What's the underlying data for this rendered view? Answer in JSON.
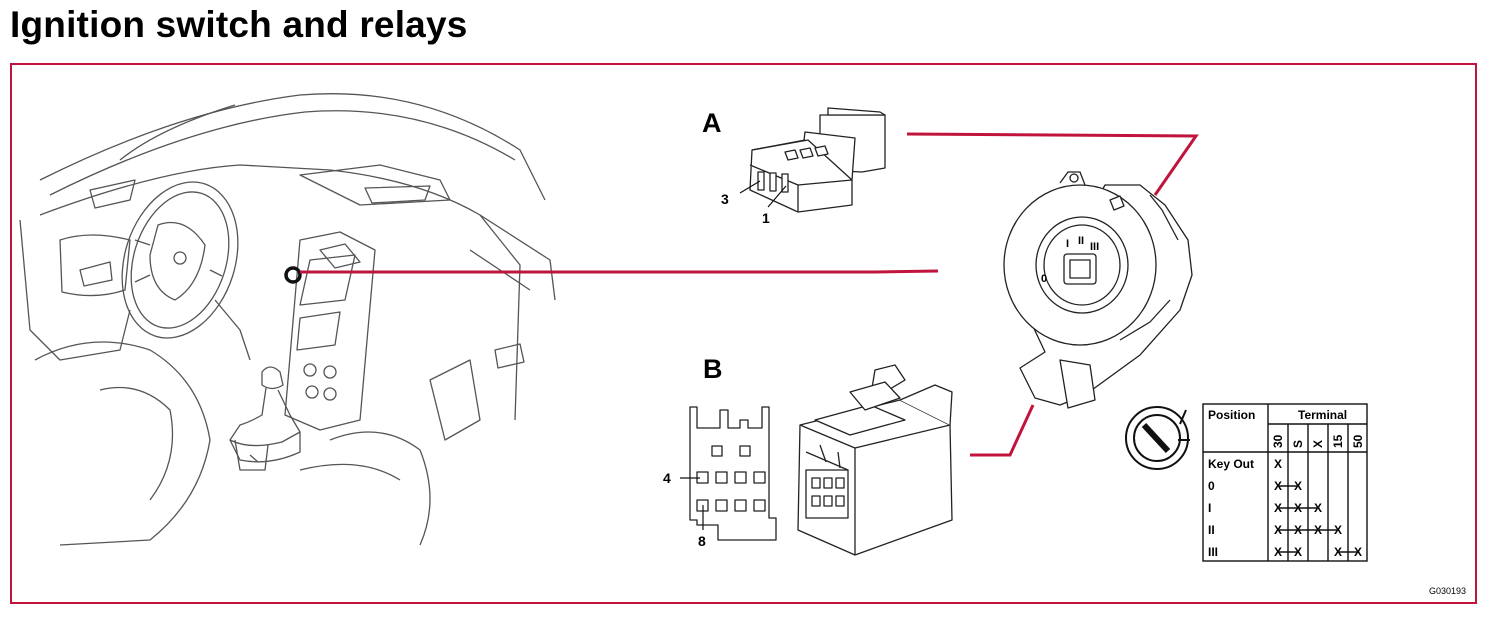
{
  "title": "Ignition switch and relays",
  "callouts": {
    "connector_a": "A",
    "connector_b": "B",
    "pin_a_left": "3",
    "pin_a_right": "1",
    "pin_b_top": "4",
    "pin_b_bottom": "8"
  },
  "switch_positions": [
    "0",
    "I",
    "II",
    "III"
  ],
  "terminal_table": {
    "position_header": "Position",
    "terminal_header": "Terminal",
    "terminals": [
      "30",
      "S",
      "X",
      "15",
      "50"
    ],
    "rows": [
      {
        "position": "Key Out",
        "marks": [
          true,
          false,
          false,
          false,
          false
        ]
      },
      {
        "position": "0",
        "marks": [
          true,
          true,
          false,
          false,
          false
        ]
      },
      {
        "position": "I",
        "marks": [
          true,
          true,
          true,
          false,
          false
        ]
      },
      {
        "position": "II",
        "marks": [
          true,
          true,
          true,
          true,
          false
        ]
      },
      {
        "position": "III",
        "marks": [
          true,
          true,
          false,
          true,
          true
        ]
      }
    ]
  },
  "doc_id": "G030193",
  "colors": {
    "frame": "#c0143c",
    "leader": "#c0143c",
    "line_art": "#555555"
  }
}
